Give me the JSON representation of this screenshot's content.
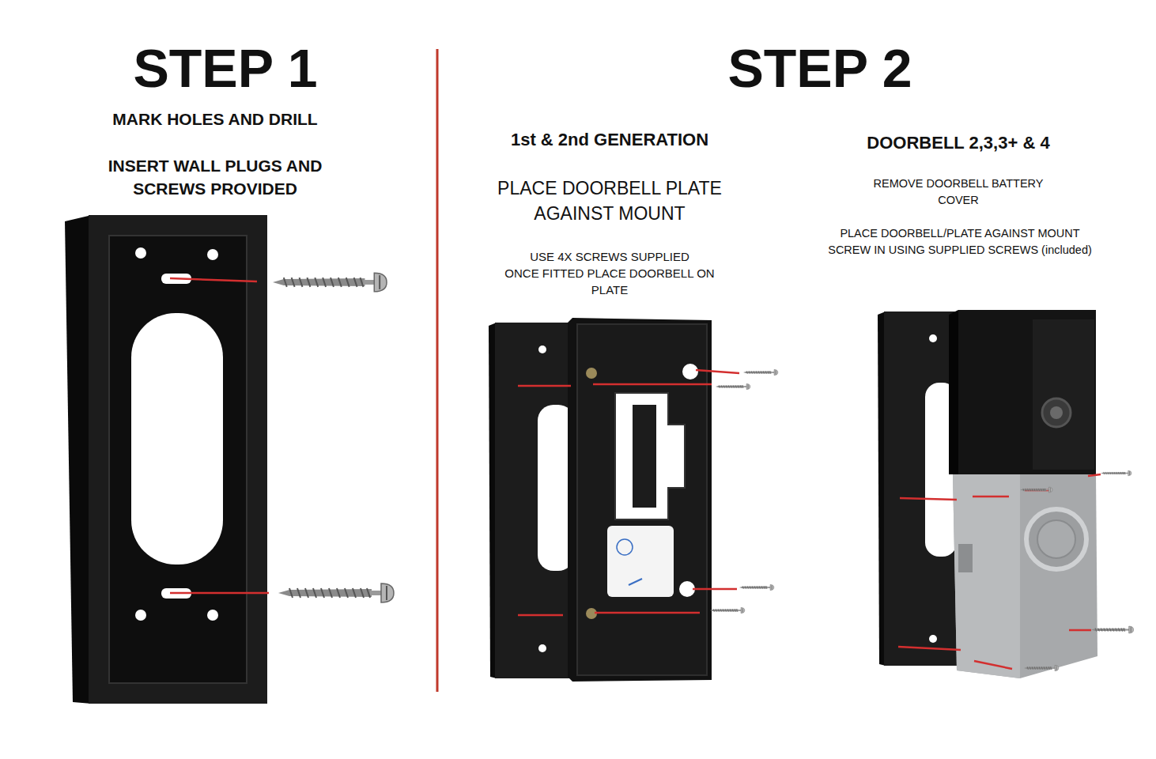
{
  "diagram": {
    "labels": [
      "STEP 1",
      "MARK HOLES AND DRILL",
      "INSERT WALL PLUGS AND SCREWS PROVIDED",
      "STEP 2",
      "1st & 2nd GENERATION",
      "PLACE DOORBELL PLATE AGAINST MOUNT",
      "USE 4X SCREWS SUPPLIED",
      "ONCE FITTED PLACE DOORBELL ON PLATE",
      "DOORBELL 2,3,3+ & 4",
      "REMOVE DOORBELL BATTERY COVER",
      "PLACE DOORBELL/PLATE AGAINST MOUNT",
      "SCREW IN USING SUPPLIED SCREWS (included)"
    ]
  }
}
